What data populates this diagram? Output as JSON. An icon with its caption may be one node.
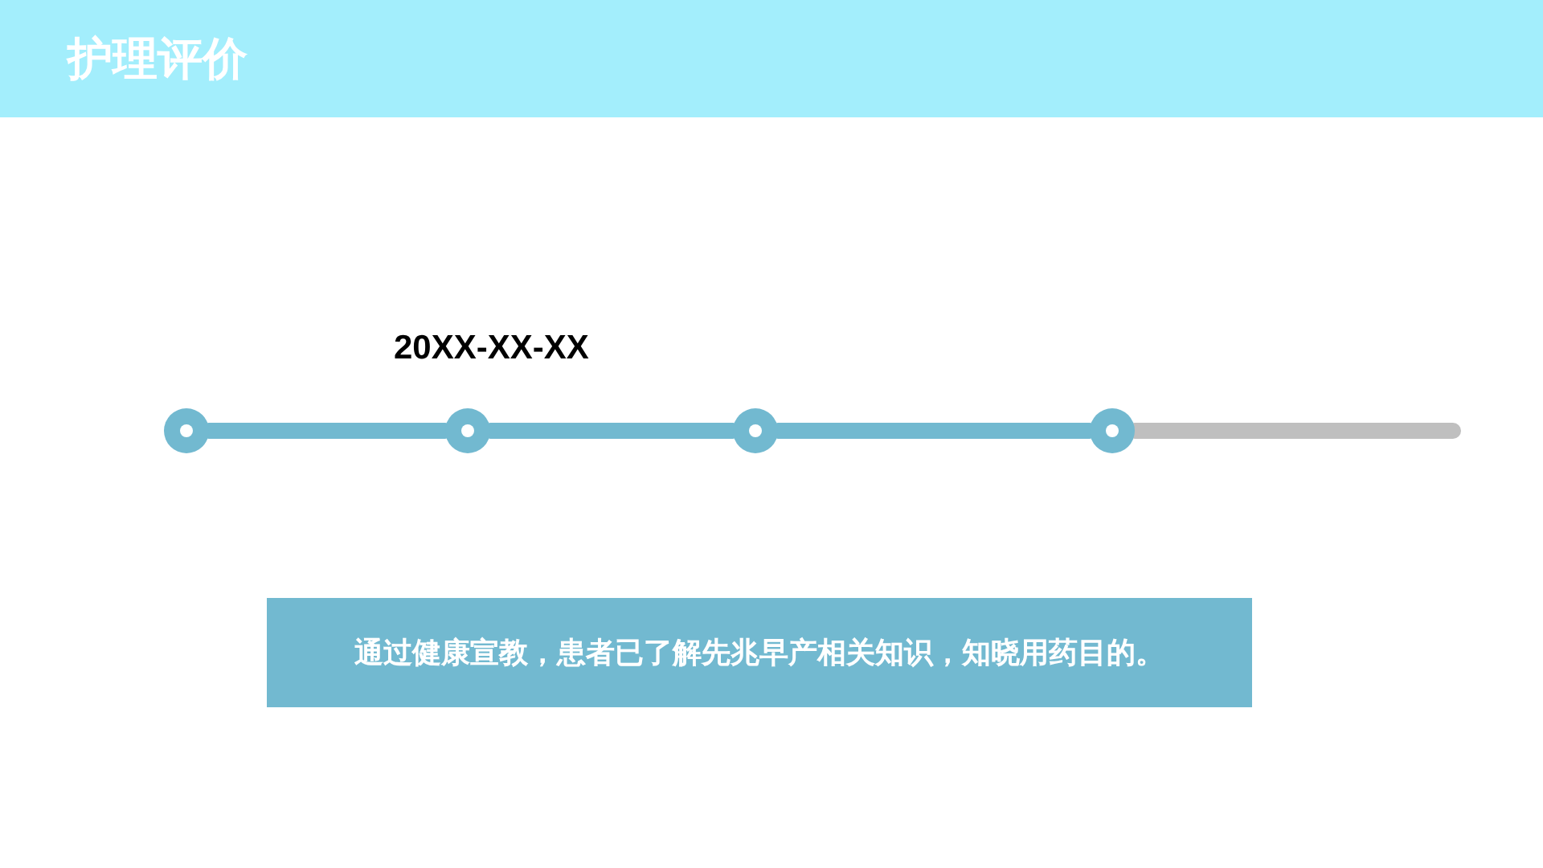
{
  "diagram": {
    "title": "护理评价",
    "nodes": [
      {
        "text": [],
        "shape": "circle"
      },
      {
        "text": [],
        "shape": "circle"
      },
      {
        "text": [],
        "shape": "circle"
      },
      {
        "text": [],
        "shape": "circle"
      },
      {
        "text": [
          "通过健康宣教，患者已了解先兆早产相关知识，知晓用药目的。"
        ]
      }
    ],
    "edges": [
      {
        "from": 0,
        "to": 1,
        "arrow": "none"
      },
      {
        "from": 1,
        "to": 2,
        "arrow": "none"
      },
      {
        "from": 2,
        "to": 3,
        "arrow": "none"
      },
      {
        "from": 3,
        "to": null,
        "arrow": "none",
        "color": "#bfbfbf"
      }
    ],
    "labels": [
      "20XX-XX-XX"
    ]
  }
}
